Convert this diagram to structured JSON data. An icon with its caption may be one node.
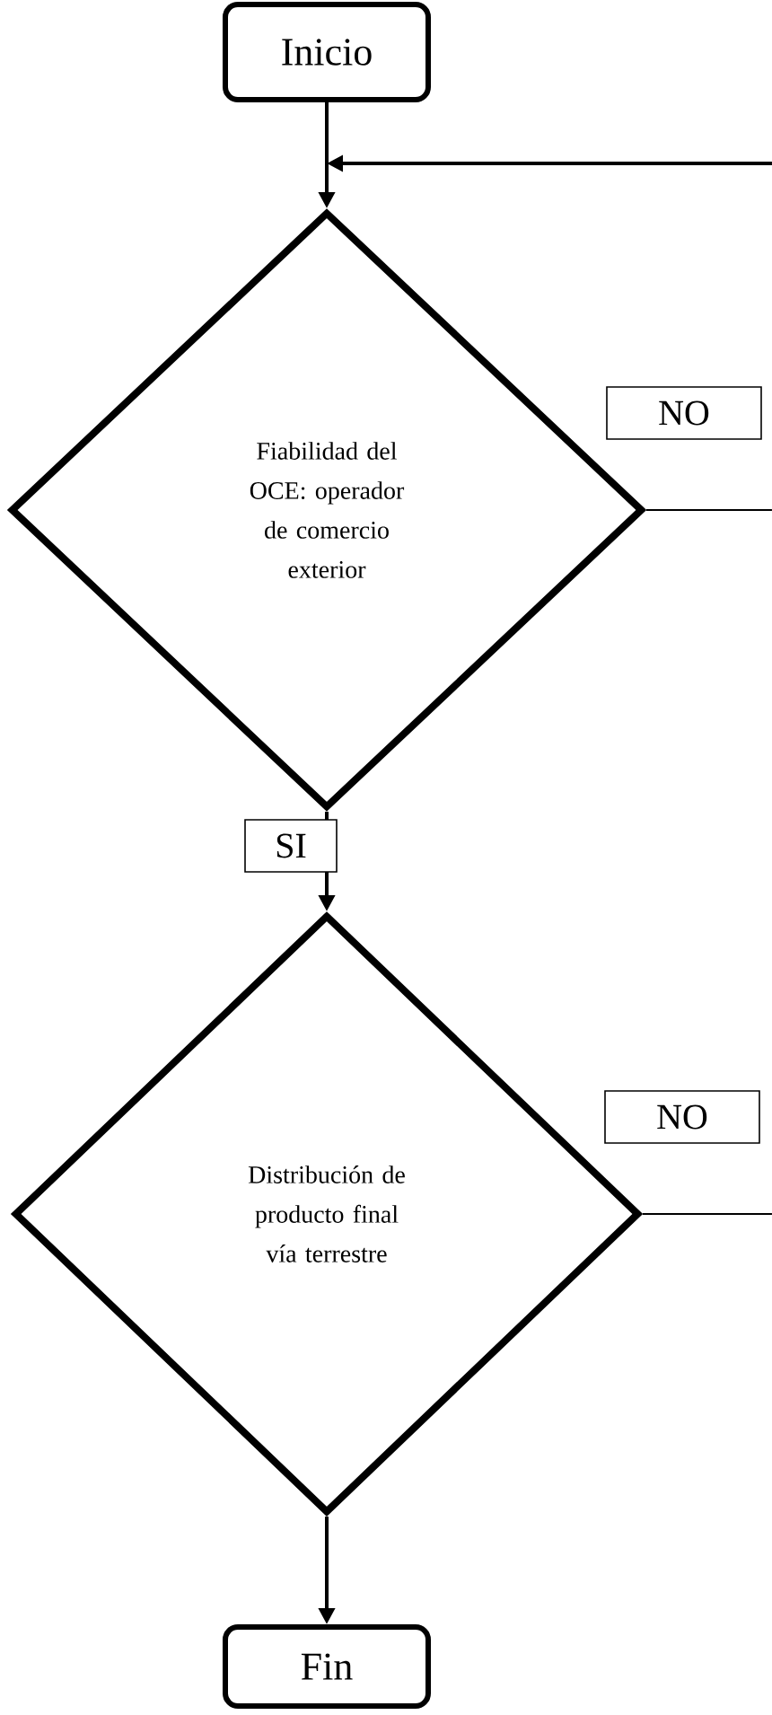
{
  "diagram": {
    "nodes": [
      {
        "text": [
          "Inicio"
        ]
      },
      {
        "text": [
          "Fiabilidad del OCE: operador de comercio exterior"
        ]
      },
      {
        "text": [
          "Distribución de producto final vía terrestre"
        ]
      },
      {
        "text": [
          "Fin"
        ]
      }
    ],
    "edges": [
      {
        "from": 0,
        "to": 1,
        "arrow": "to"
      },
      {
        "from": null,
        "to": 1,
        "arrow": "to"
      },
      {
        "from": 1,
        "to": null,
        "arrow": "none",
        "label": "NO"
      },
      {
        "from": 1,
        "to": 2,
        "arrow": "to",
        "label": "SI"
      },
      {
        "from": 2,
        "to": null,
        "arrow": "none",
        "label": "NO"
      },
      {
        "from": 2,
        "to": 3,
        "arrow": "to"
      }
    ]
  }
}
